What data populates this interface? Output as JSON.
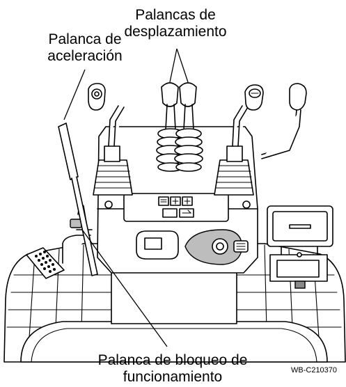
{
  "figure_code": "WB-C210370",
  "labels": {
    "travel_levers_line1": "Palancas de",
    "travel_levers_line2": "desplazamiento",
    "throttle_line1": "Palanca de",
    "throttle_line2": "aceleración",
    "lock_lever_line1": "Palanca de bloqueo de",
    "lock_lever_line2": "funcionamiento"
  },
  "colors": {
    "line": "#000000",
    "background": "#ffffff",
    "shade": "#bdbdbd",
    "dark": "#8a8a8a"
  },
  "icons": [
    "joystick-icon",
    "travel-lever-icon",
    "throttle-lever-icon",
    "lock-lever-icon",
    "ignition-key-icon"
  ]
}
